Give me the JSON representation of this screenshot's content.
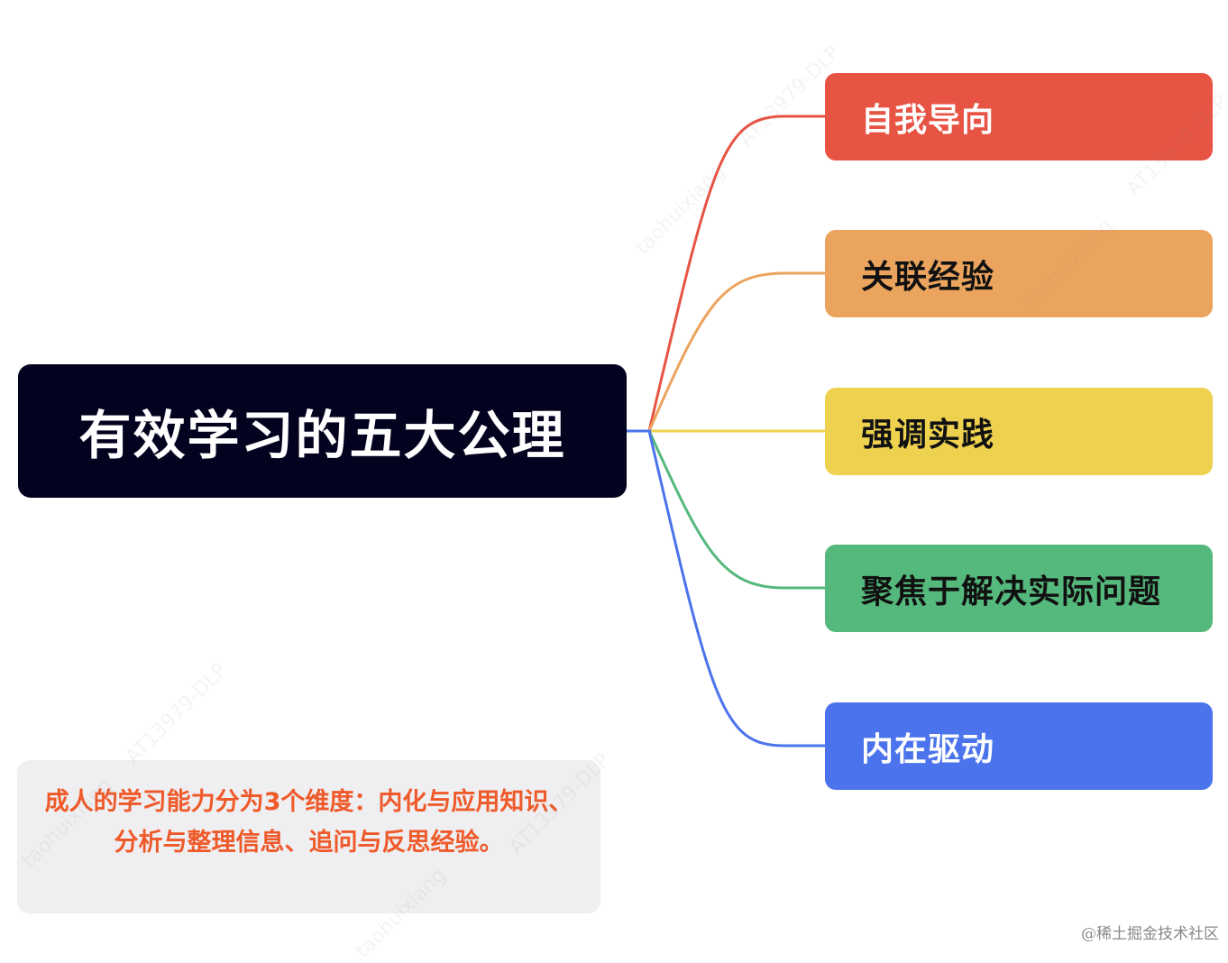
{
  "mindmap": {
    "root": {
      "label": "有效学习的五大公理",
      "color": "#03031f"
    },
    "branches": [
      {
        "label": "自我导向",
        "color": "#e85444",
        "text_color": "#ffffff"
      },
      {
        "label": "关联经验",
        "color": "#eba45e",
        "text_color": "#111111"
      },
      {
        "label": "强调实践",
        "color": "#eed24f",
        "text_color": "#111111"
      },
      {
        "label": "聚焦于解决实际问题",
        "color": "#55b87c",
        "text_color": "#111111"
      },
      {
        "label": "内在驱动",
        "color": "#4b73ec",
        "text_color": "#ffffff"
      }
    ]
  },
  "note": {
    "text": "成人的学习能力分为3个维度：内化与应用知识、分析与整理信息、追问与反思经验。",
    "color": "#ef5a2a"
  },
  "watermarks": [
    "taohuixiang",
    "AT13979-DLP"
  ],
  "credit": "@稀土掘金技术社区"
}
